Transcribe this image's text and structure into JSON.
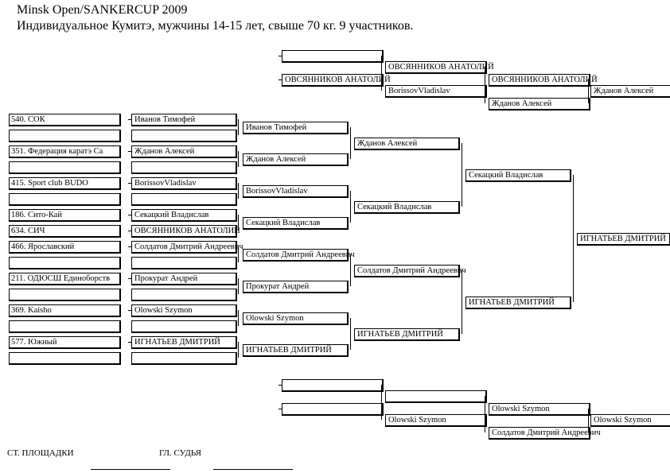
{
  "header": {
    "title": "Minsk Open/SANKERCUP 2009",
    "subtitle": "Индивидуальное Кумитэ, мужчины 14-15 лет, свыше  70 кг. 9 участников."
  },
  "clubs": [
    "540. СОК",
    "",
    "351. Федерация каратэ Са",
    "",
    "415. Sport club BUDO",
    "",
    "186. Сито-Кай",
    "634. СИЧ",
    "466. Ярославский",
    "",
    "211. ОДЮСШ Единоборств",
    "",
    "369. Kaisho",
    "",
    "577. Южный",
    ""
  ],
  "round1": [
    "Иванов Тимофей",
    "",
    "Жданов Алексей",
    "",
    "BorissovVladislav",
    "",
    "Секацкий Владислав",
    "ОВСЯННИКОВ АНАТОЛИЙ",
    "Солдатов Дмитрий Андреевич",
    "",
    "Прокурат Андрей",
    "",
    "Olowski Szymon",
    "",
    "ИГНАТЬЕВ ДМИТРИЙ",
    ""
  ],
  "round2": [
    "Иванов Тимофей",
    "Жданов Алексей",
    "BorissovVladislav",
    "Секацкий Владислав",
    "Солдатов Дмитрий Андреевич",
    "Прокурат Андрей",
    "Olowski Szymon",
    "ИГНАТЬЕВ ДМИТРИЙ"
  ],
  "round3": [
    "Жданов Алексей",
    "Секацкий Владислав",
    "Солдатов Дмитрий Андреевич",
    "ИГНАТЬЕВ ДМИТРИЙ"
  ],
  "semi": [
    "Секацкий Владислав",
    "ИГНАТЬЕВ ДМИТРИЙ"
  ],
  "final_winner": "ИГНАТЬЕВ ДМИТРИЙ",
  "repechage_top": {
    "r1": [
      "",
      "ОВСЯННИКОВ АНАТОЛИЙ"
    ],
    "r2": [
      "ОВСЯННИКОВ АНАТОЛИЙ",
      "BorissovVladislav"
    ],
    "r3": [
      "ОВСЯННИКОВ АНАТОЛИЙ",
      "Жданов Алексей"
    ],
    "winner": "Жданов Алексей"
  },
  "repechage_bottom": {
    "r1": [
      "",
      ""
    ],
    "r2": [
      "",
      "Olowski Szymon"
    ],
    "r3": [
      "Olowski Szymon",
      "Солдатов Дмитрий Андреевич"
    ],
    "winner": "Olowski Szymon"
  },
  "footer": {
    "referee_site": "СТ. ПЛОЩАДКИ",
    "chief_judge": "ГЛ. СУДЬЯ"
  }
}
